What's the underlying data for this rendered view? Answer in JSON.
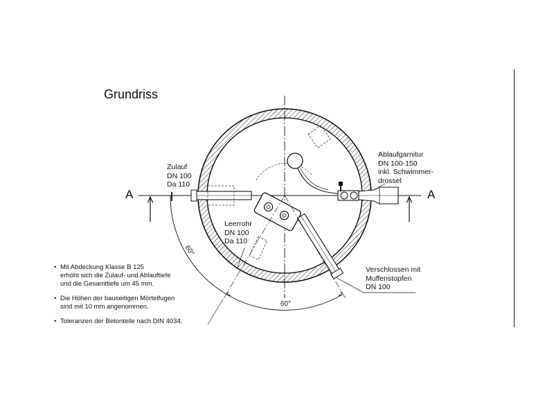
{
  "title": "Grundriss",
  "section_marks": {
    "left": "A",
    "right": "A"
  },
  "labels": {
    "zulauf": [
      "Zulauf",
      "DN 100",
      "Da 110"
    ],
    "ablauf": [
      "Ablaufgarnitur",
      "DN 100-150",
      "inkl. Schwimmer-",
      "drossel"
    ],
    "leerrohr": [
      "Leerrohr",
      "DN 100",
      "Da 110"
    ],
    "verschlossen": [
      "Verschlossen mit",
      "Muffenstopfen",
      "DN 100"
    ]
  },
  "angles": {
    "left": "60°",
    "bottom": "60°"
  },
  "notes": [
    [
      "Mit Abdeckung Klasse B 125",
      "erhöht sich die Zulauf- und Ablauftiefe",
      "und die Gesamttiefe um 45 mm."
    ],
    [
      "Die Höhen der bauseitigen Mörtelfugen",
      "sind mit 10 mm angenommen."
    ],
    [
      "Toleranzen der Betonteile nach DIN 4034."
    ]
  ]
}
